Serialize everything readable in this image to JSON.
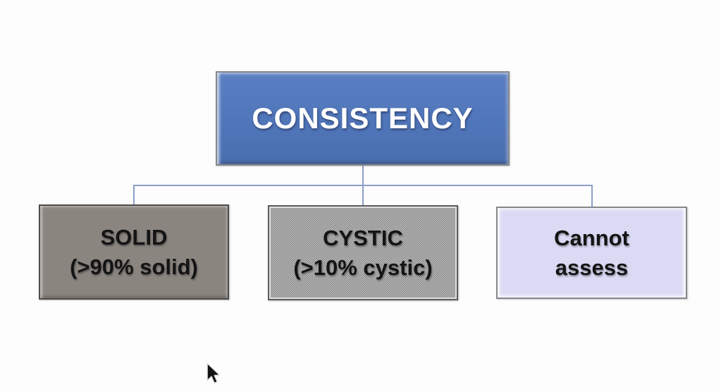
{
  "diagram": {
    "root": {
      "label": "CONSISTENCY",
      "fill_top": "#5a7fc2",
      "fill_bottom": "#4a6eae",
      "text_color": "#ffffff"
    },
    "children": [
      {
        "id": "solid",
        "line1": "SOLID",
        "line2": "(>90% solid)",
        "fill": "#8b8580",
        "pattern": "none",
        "text_color": "#141414"
      },
      {
        "id": "cystic",
        "line1": "CYSTIC",
        "line2": "(>10% cystic)",
        "fill": "#e9e9e9",
        "pattern": "halftone-dots",
        "text_color": "#141414"
      },
      {
        "id": "cannot-assess",
        "line1": "Cannot",
        "line2": "assess",
        "fill": "#dadaf5",
        "pattern": "none",
        "text_color": "#141414"
      }
    ],
    "connector_color": "#8d9ec7",
    "background_color": "#fdfdfd"
  },
  "cursor": {
    "icon": "arrow-pointer-icon"
  }
}
